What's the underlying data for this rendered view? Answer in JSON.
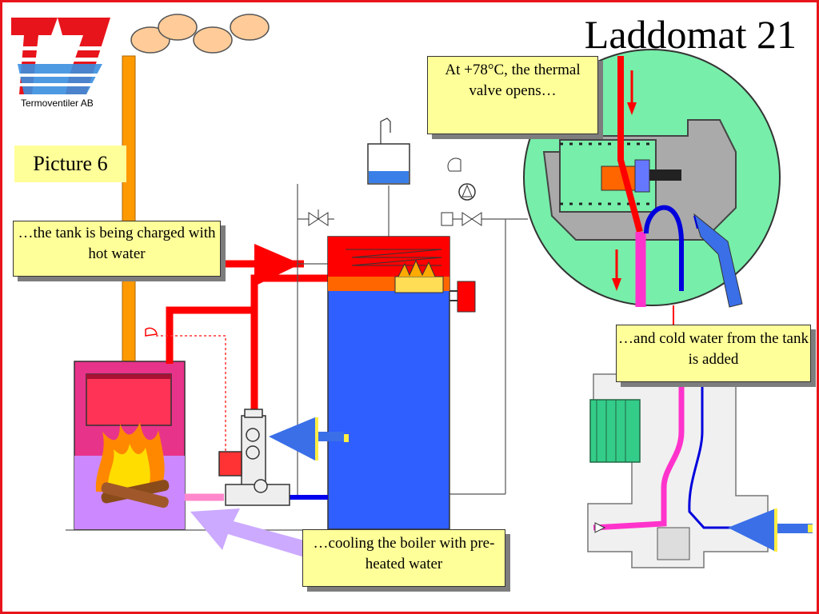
{
  "slide": {
    "title": "Laddomat 21",
    "company": "Termoventiler AB",
    "picture_label": "Picture 6"
  },
  "callouts": {
    "tank_charged": "…the tank is being charged with hot water",
    "valve_opens": "At +78°C, the thermal valve opens…",
    "cold_water_added": "…and cold water from the tank is added",
    "cooling_boiler": "…cooling the boiler with pre-heated water"
  },
  "colors": {
    "frame": "#e8141b",
    "hot_water": "#ff0000",
    "cold_water": "#2f5fff",
    "warm_mix": "#ff33cc",
    "chimney": "#ff9900",
    "boiler": "#ee2277",
    "valve_detail_bg": "#77eeaa",
    "callout_bg": "#ffff99"
  },
  "icons": [
    "logo-tv-icon",
    "smoke-cloud-icon",
    "flame-icon",
    "pump-icon",
    "valve-icon",
    "arrow-icon"
  ]
}
